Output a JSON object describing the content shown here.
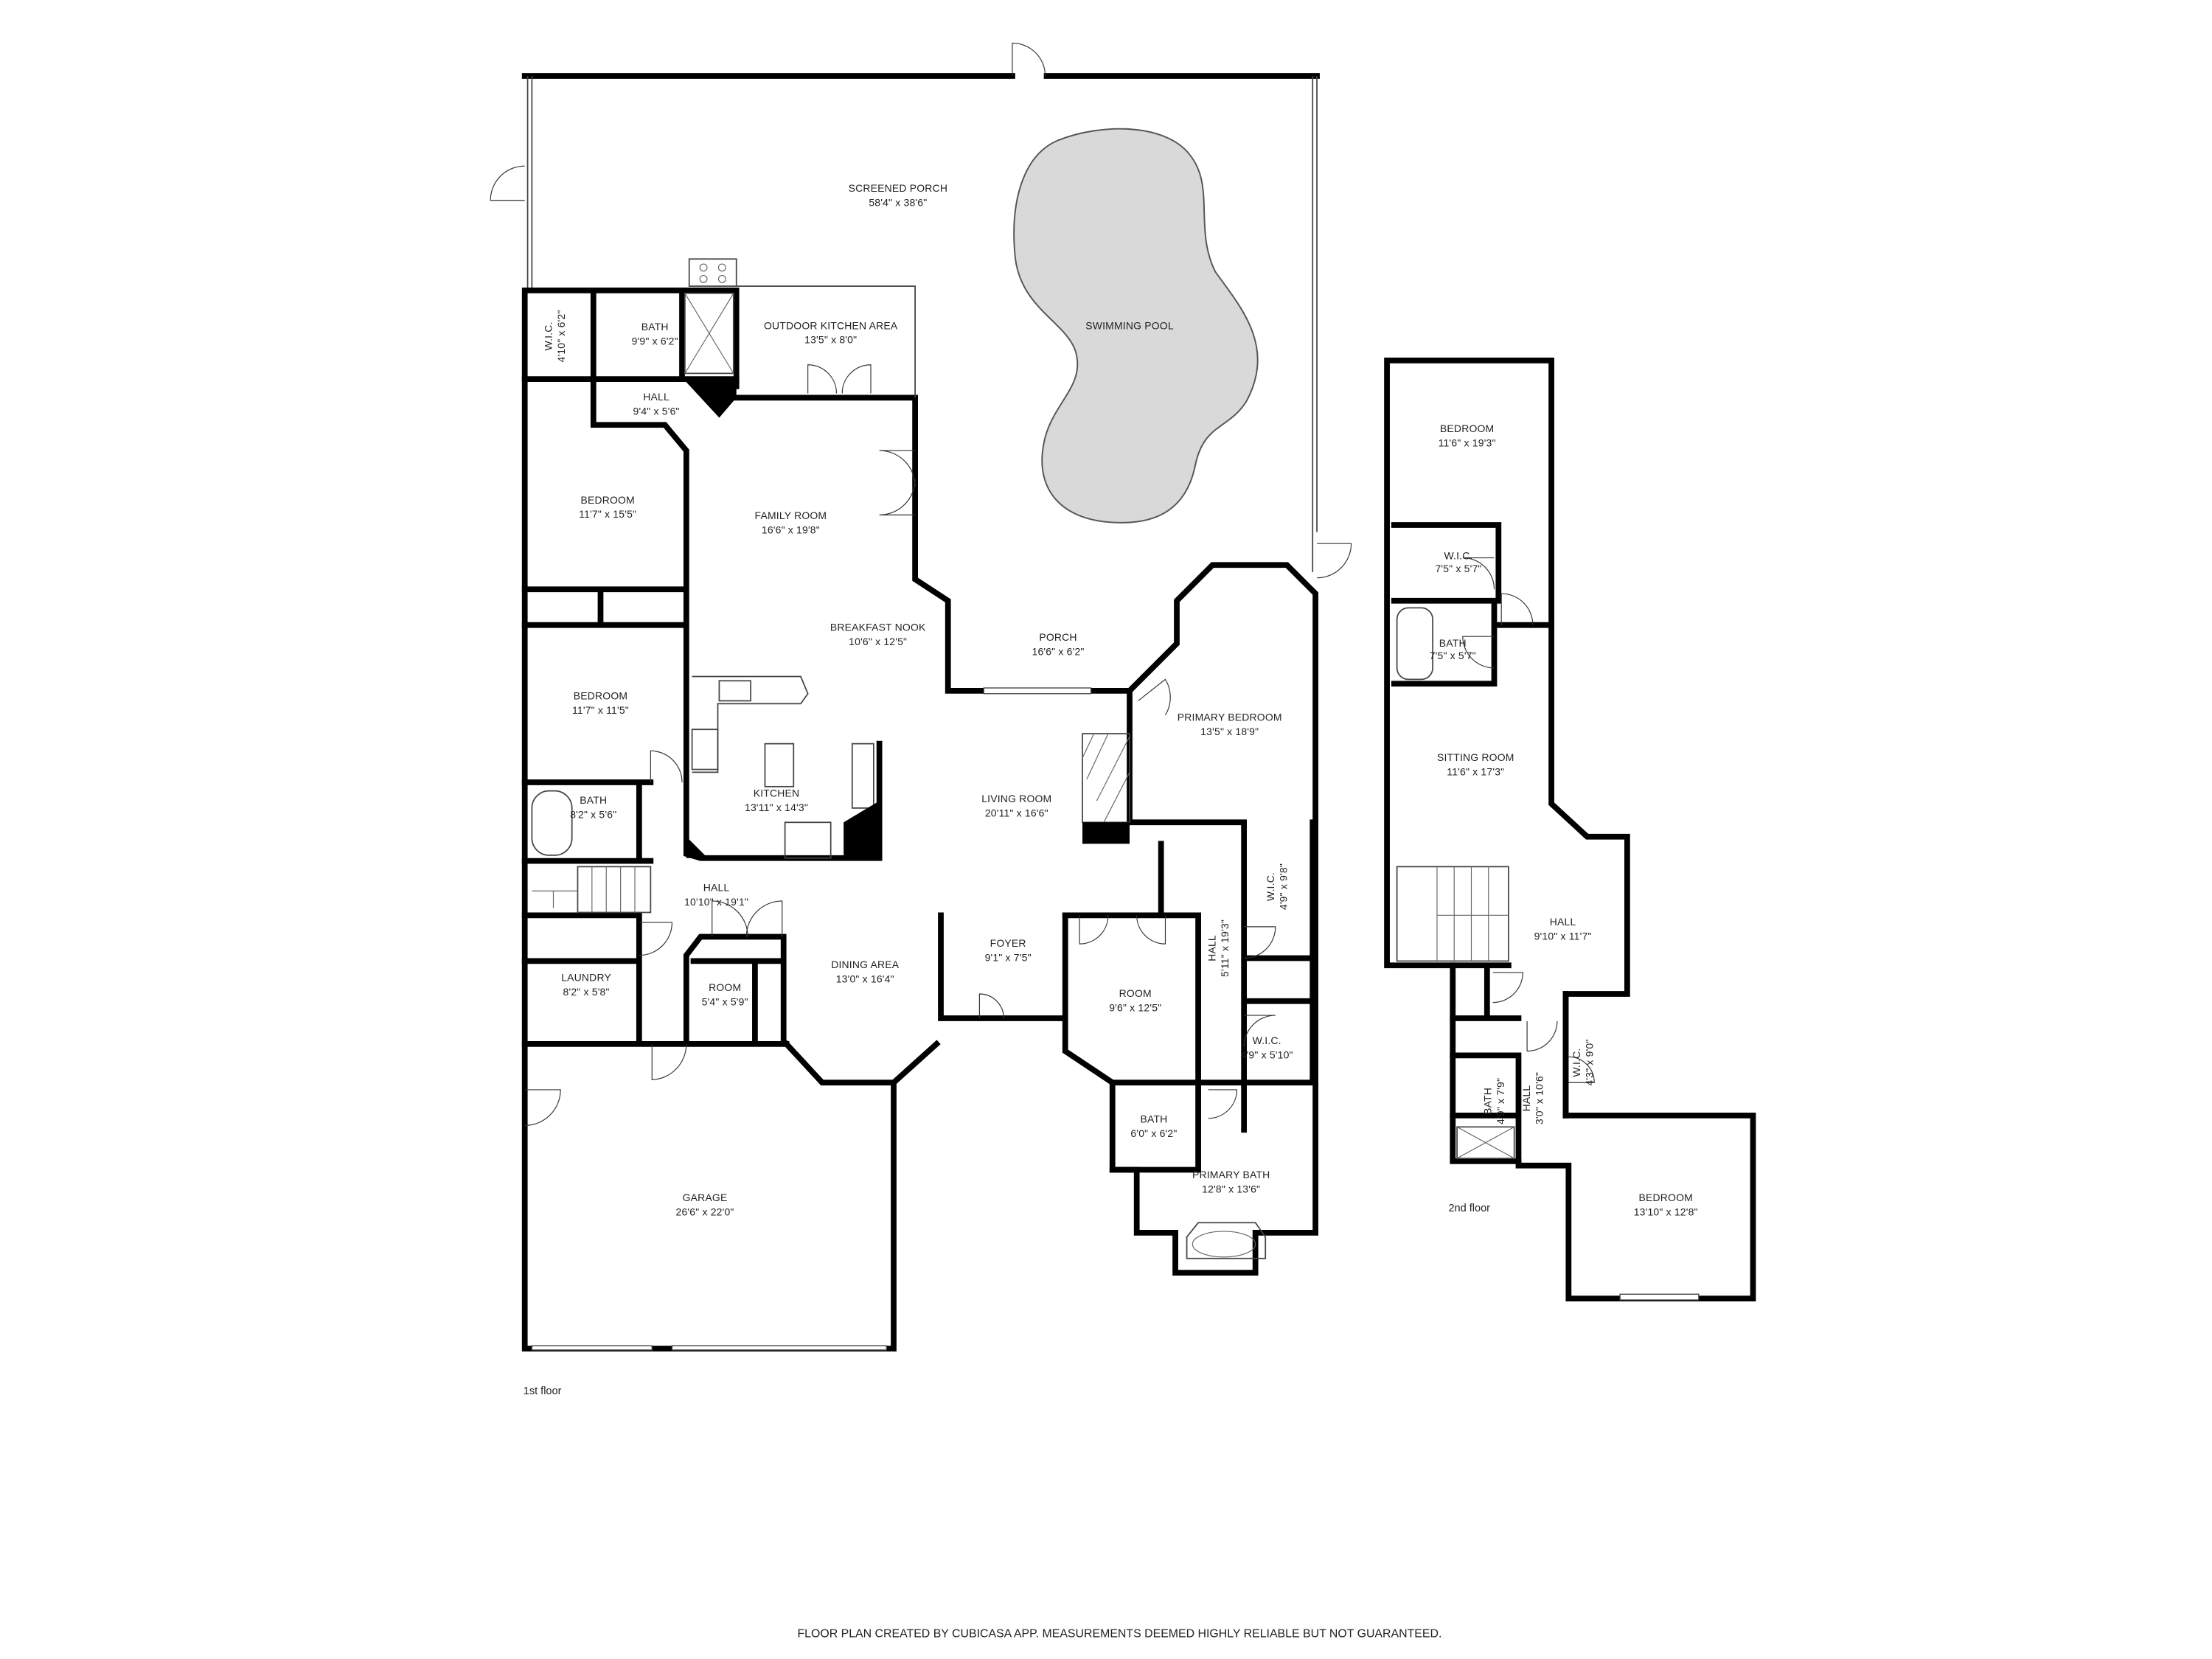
{
  "floors": {
    "first": {
      "label": "1st floor",
      "rooms": {
        "screened_porch": {
          "name": "SCREENED PORCH",
          "size": "58'4\" x 38'6\""
        },
        "swimming_pool": {
          "name": "SWIMMING POOL"
        },
        "wic_1": {
          "name": "W.I.C.",
          "size": "4'10\" x 6'2\""
        },
        "bath_1": {
          "name": "BATH",
          "size": "9'9\" x 6'2\""
        },
        "outdoor_kitchen": {
          "name": "OUTDOOR KITCHEN AREA",
          "size": "13'5\" x 8'0\""
        },
        "hall_1": {
          "name": "HALL",
          "size": "9'4\" x 5'6\""
        },
        "bedroom_1": {
          "name": "BEDROOM",
          "size": "11'7\" x 15'5\""
        },
        "family_room": {
          "name": "FAMILY ROOM",
          "size": "16'6\" x 19'8\""
        },
        "breakfast_nook": {
          "name": "BREAKFAST NOOK",
          "size": "10'6\" x 12'5\""
        },
        "porch": {
          "name": "PORCH",
          "size": "16'6\" x 6'2\""
        },
        "bedroom_2": {
          "name": "BEDROOM",
          "size": "11'7\" x 11'5\""
        },
        "primary_bedroom": {
          "name": "PRIMARY BEDROOM",
          "size": "13'5\" x 18'9\""
        },
        "kitchen": {
          "name": "KITCHEN",
          "size": "13'11\" x 14'3\""
        },
        "living_room": {
          "name": "LIVING ROOM",
          "size": "20'11\" x 16'6\""
        },
        "bath_2": {
          "name": "BATH",
          "size": "8'2\" x 5'6\""
        },
        "hall_2": {
          "name": "HALL",
          "size": "10'10\" x 19'1\""
        },
        "wic_2": {
          "name": "W.I.C.",
          "size": "4'9\" x 9'8\""
        },
        "hall_3": {
          "name": "HALL",
          "size": "5'11\" x 19'3\""
        },
        "foyer": {
          "name": "FOYER",
          "size": "9'1\" x 7'5\""
        },
        "dining_area": {
          "name": "DINING AREA",
          "size": "13'0\" x 16'4\""
        },
        "laundry": {
          "name": "LAUNDRY",
          "size": "8'2\" x 5'8\""
        },
        "room_1": {
          "name": "ROOM",
          "size": "9'6\" x 12'5\""
        },
        "room_2": {
          "name": "ROOM",
          "size": "5'4\" x 5'9\""
        },
        "wic_3": {
          "name": "W.I.C.",
          "size": "4'9\" x 5'10\""
        },
        "bath_3": {
          "name": "BATH",
          "size": "6'0\" x 6'2\""
        },
        "primary_bath": {
          "name": "PRIMARY BATH",
          "size": "12'8\" x 13'6\""
        },
        "garage": {
          "name": "GARAGE",
          "size": "26'6\" x 22'0\""
        }
      }
    },
    "second": {
      "label": "2nd floor",
      "rooms": {
        "bedroom_3": {
          "name": "BEDROOM",
          "size": "11'6\" x 19'3\""
        },
        "wic_4": {
          "name": "W.I.C.",
          "size": "7'5\" x 5'7\""
        },
        "bath_4": {
          "name": "BATH",
          "size": "7'5\" x 5'7\""
        },
        "sitting_room": {
          "name": "SITTING ROOM",
          "size": "11'6\" x 17'3\""
        },
        "hall_4": {
          "name": "HALL",
          "size": "9'10\" x 11'7\""
        },
        "bath_5": {
          "name": "BATH",
          "size": "4'9\" x 7'9\""
        },
        "hall_5": {
          "name": "HALL",
          "size": "3'0\" x 10'6\""
        },
        "wic_5": {
          "name": "W.I.C.",
          "size": "4'3\" x 9'0\""
        },
        "bedroom_4": {
          "name": "BEDROOM",
          "size": "13'10\" x 12'8\""
        }
      }
    }
  },
  "footer": "FLOOR PLAN CREATED BY CUBICASA APP. MEASUREMENTS DEEMED HIGHLY RELIABLE BUT NOT GUARANTEED.",
  "colors": {
    "walls": "#000000",
    "pool_fill": "#d9d9d9",
    "background": "#ffffff"
  }
}
